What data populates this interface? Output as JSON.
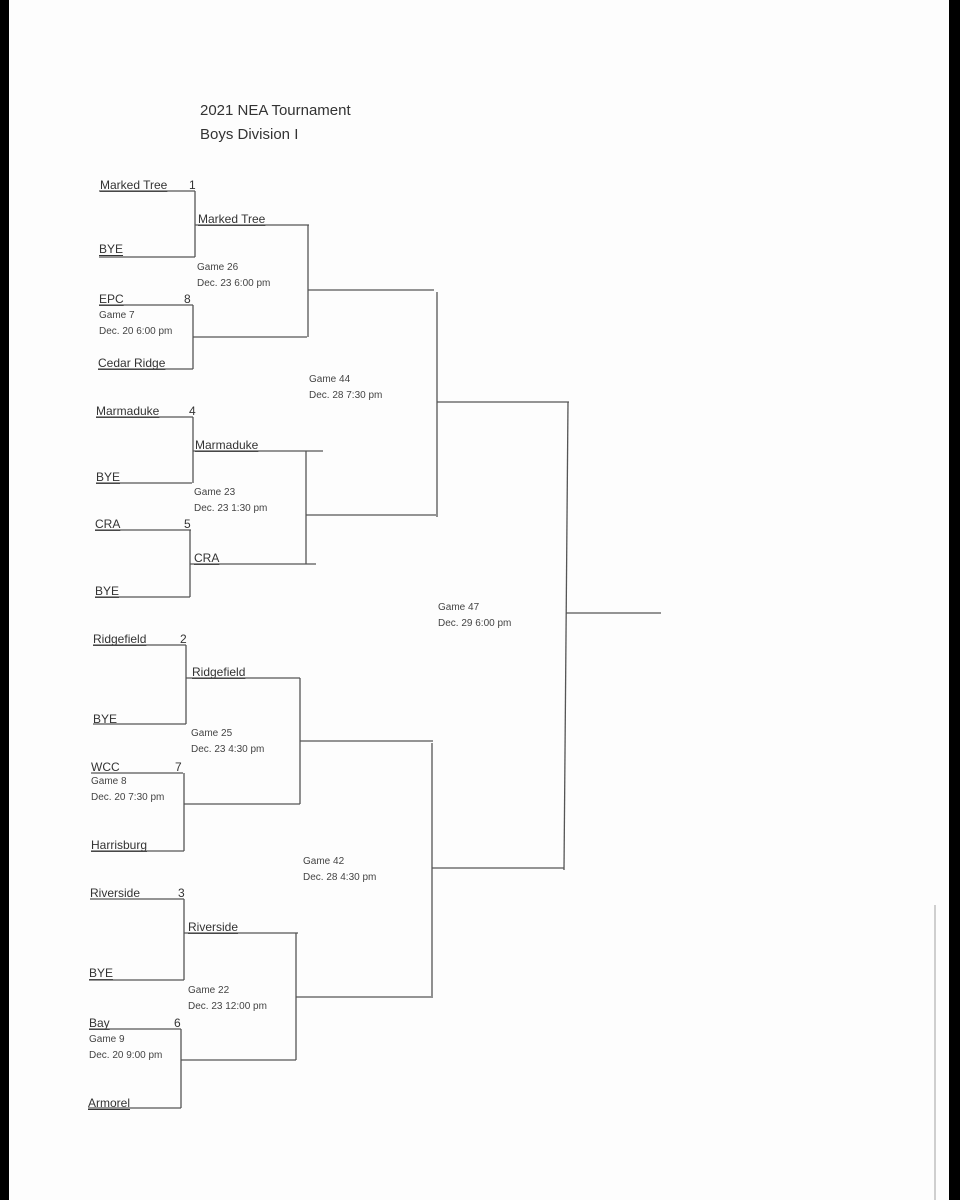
{
  "header": {
    "title": "2021 NEA Tournament",
    "subtitle": "Boys Division I"
  },
  "round1": [
    {
      "team": "Marked Tree",
      "seed": "1"
    },
    {
      "team": "BYE",
      "seed": ""
    },
    {
      "team": "EPC",
      "seed": "8"
    },
    {
      "team": "Cedar Ridge",
      "seed": ""
    },
    {
      "team": "Marmaduke",
      "seed": "4"
    },
    {
      "team": "BYE",
      "seed": ""
    },
    {
      "team": "CRA",
      "seed": "5"
    },
    {
      "team": "BYE",
      "seed": ""
    },
    {
      "team": "Ridgefield",
      "seed": "2"
    },
    {
      "team": "BYE",
      "seed": ""
    },
    {
      "team": "WCC",
      "seed": "7"
    },
    {
      "team": "Harrisburg",
      "seed": ""
    },
    {
      "team": "Riverside",
      "seed": "3"
    },
    {
      "team": "BYE",
      "seed": ""
    },
    {
      "team": "Bay",
      "seed": "6"
    },
    {
      "team": "Armorel",
      "seed": ""
    }
  ],
  "round1_games": [
    {
      "game": "Game 7",
      "time": "Dec. 20 6:00 pm"
    },
    {
      "game": "Game 8",
      "time": "Dec. 20 7:30 pm"
    },
    {
      "game": "Game 9",
      "time": "Dec. 20 9:00 pm"
    }
  ],
  "round2_teams": [
    "Marked Tree",
    "Marmaduke",
    "CRA",
    "Ridgefield",
    "Riverside"
  ],
  "round2_games": [
    {
      "game": "Game 26",
      "time": "Dec. 23 6:00 pm"
    },
    {
      "game": "Game 23",
      "time": "Dec. 23 1:30 pm"
    },
    {
      "game": "Game 25",
      "time": "Dec. 23 4:30 pm"
    },
    {
      "game": "Game 22",
      "time": "Dec. 23 12:00 pm"
    }
  ],
  "semifinal_games": [
    {
      "game": "Game 44",
      "time": "Dec. 28 7:30 pm"
    },
    {
      "game": "Game 42",
      "time": "Dec. 28 4:30 pm"
    }
  ],
  "final_game": {
    "game": "Game 47",
    "time": "Dec. 29 6:00 pm"
  }
}
